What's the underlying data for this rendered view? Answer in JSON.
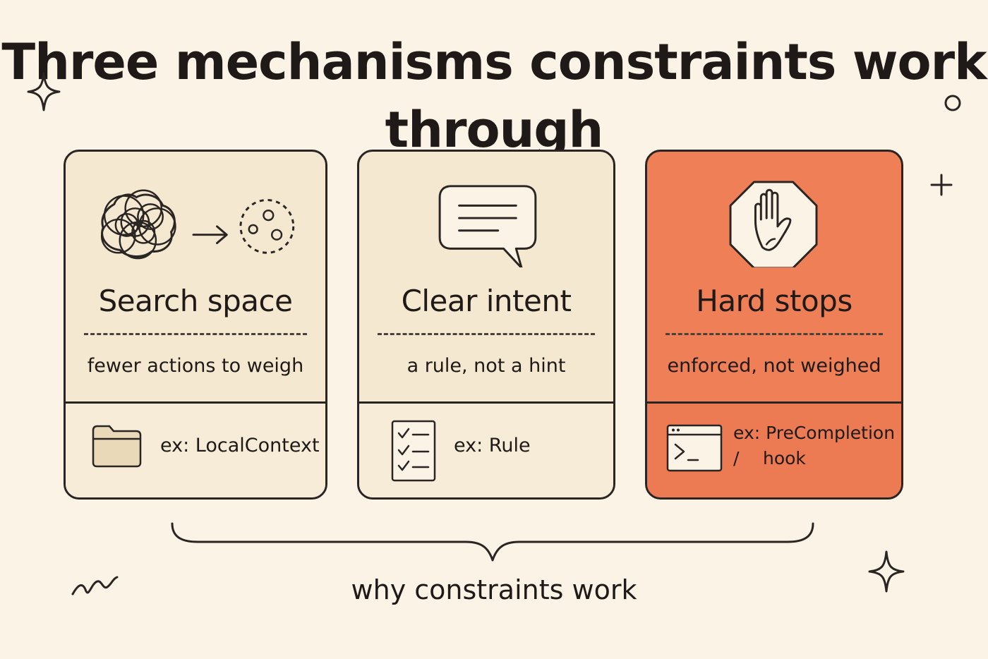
{
  "title": "Three mechanisms constraints work through",
  "cards": [
    {
      "title": "Search space",
      "subtitle": "fewer actions to weigh",
      "example": "ex: LocalContext",
      "icon": "tangle-to-few-circles-icon",
      "example_icon": "folder-icon"
    },
    {
      "title": "Clear intent",
      "subtitle": "a rule, not a hint",
      "example": "ex: Rule",
      "icon": "speech-bubble-icon",
      "example_icon": "checklist-icon"
    },
    {
      "title": "Hard stops",
      "subtitle": "enforced, not weighed",
      "example_line1": "ex: PreCompletion /",
      "example_line2": "hook",
      "icon": "stop-hand-icon",
      "example_icon": "terminal-icon"
    }
  ],
  "footer": {
    "label": "why constraints work"
  },
  "colors": {
    "background": "#fbf3e6",
    "card": "#f5e8d0",
    "accent": "#ef7f57",
    "ink": "#1f1a17"
  }
}
